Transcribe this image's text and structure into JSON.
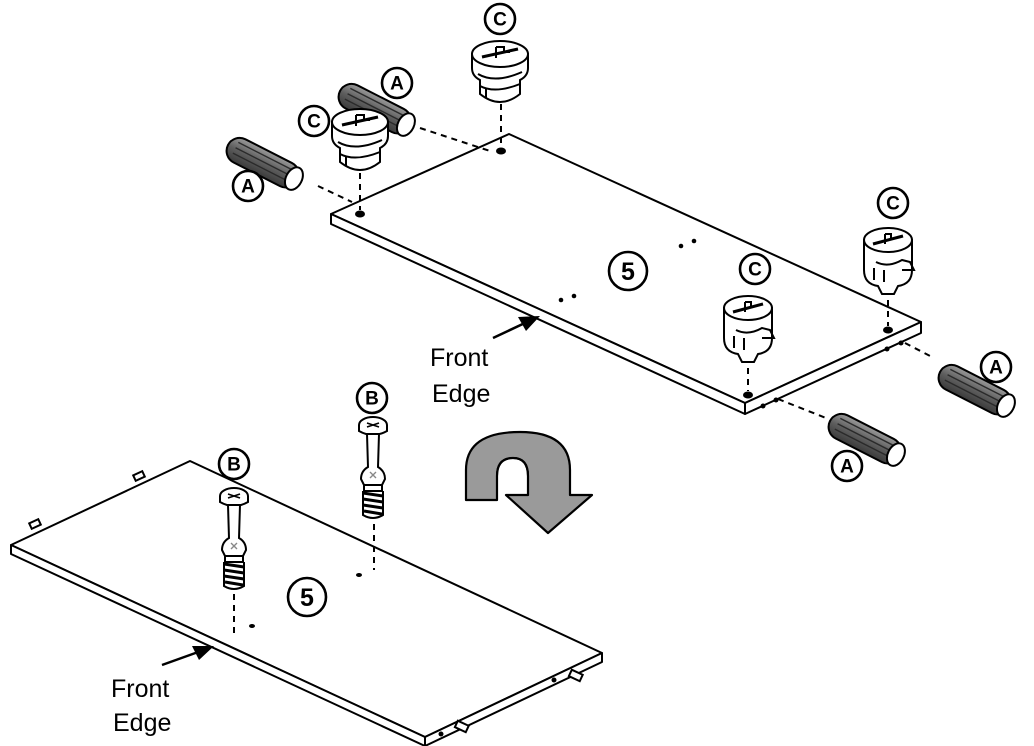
{
  "labels": {
    "dowel": "A",
    "bolt": "B",
    "cam": "C",
    "panel_number": "5"
  },
  "captions": {
    "front_edge_top_line1": "Front",
    "front_edge_top_line2": "Edge",
    "front_edge_bottom_line1": "Front",
    "front_edge_bottom_line2": "Edge"
  },
  "colors": {
    "ink": "#000000",
    "dowel_fill": "#6f6f6f",
    "arrow_fill": "#9a9a9a"
  },
  "icons": {
    "flip_arrow": "curved-flip-arrow-icon",
    "dowel": "wood-dowel-icon",
    "cam": "cam-lock-icon",
    "bolt": "cam-bolt-icon"
  }
}
